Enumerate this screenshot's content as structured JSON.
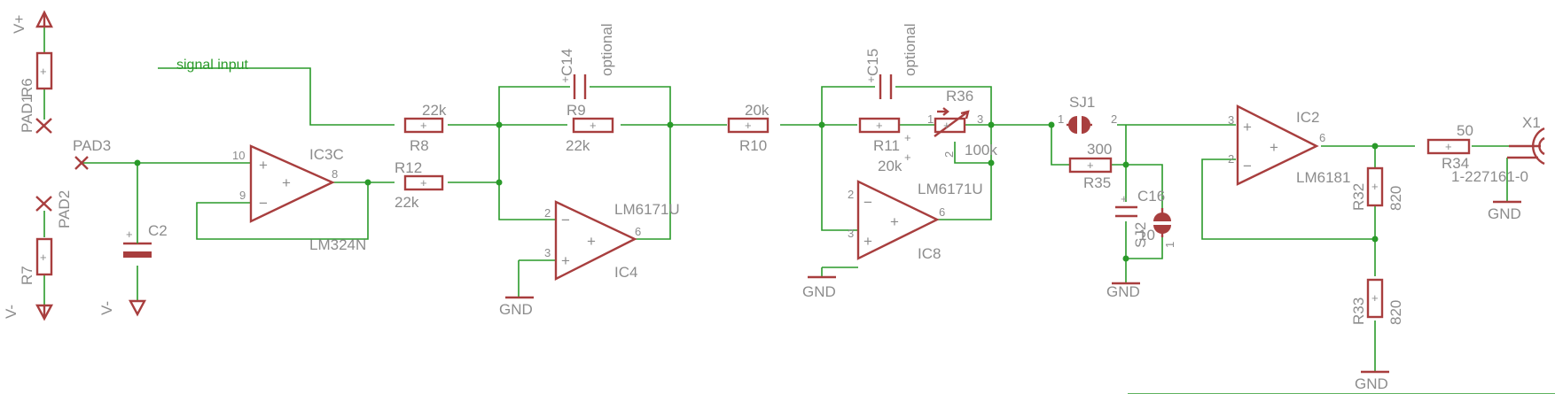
{
  "signal": {
    "label": "signal input"
  },
  "power": {
    "vplus": "V+",
    "vminus": "V-",
    "vminus2": "V-",
    "gnd": "GND"
  },
  "pads": {
    "pad1": "PAD1",
    "pad2": "PAD2",
    "pad3": "PAD3"
  },
  "resistors": {
    "r6": "R6",
    "r7": "R7",
    "r8": {
      "name": "R8",
      "value": "22k"
    },
    "r9": {
      "name": "R9",
      "value": "22k"
    },
    "r10": {
      "name": "R10",
      "value": "20k"
    },
    "r11": {
      "name": "R11",
      "value": "20k"
    },
    "r12": {
      "name": "R12",
      "value": "22k"
    },
    "r32": {
      "name": "R32",
      "value": "820"
    },
    "r33": {
      "name": "R33",
      "value": "820"
    },
    "r34": {
      "name": "R34",
      "value": "50"
    },
    "r35": {
      "name": "R35",
      "value": "300"
    },
    "r36": {
      "name": "R36",
      "value": "100k"
    }
  },
  "capacitors": {
    "c2": "C2",
    "c14": {
      "name": "C14",
      "note": "optional"
    },
    "c15": {
      "name": "C15",
      "note": "optional"
    },
    "c16": "C16",
    "c16_value": "10",
    "sj2": "SJ2"
  },
  "jumpers": {
    "sj1": "SJ1"
  },
  "opamps": {
    "ic3c": {
      "name": "IC3C",
      "part": "LM324N"
    },
    "ic4": {
      "name": "IC4",
      "part": "LM6171U"
    },
    "ic8": {
      "name": "IC8",
      "part": "LM6171U"
    },
    "ic2": {
      "name": "IC2",
      "part": "LM6181"
    }
  },
  "connector": {
    "name": "X1",
    "part": "1-227161-0"
  },
  "pins": {
    "plus": "+",
    "minus": "−",
    "p1": "1",
    "p2": "2",
    "p3": "3",
    "p6": "6",
    "p8": "8",
    "p9": "9",
    "p10": "10"
  }
}
